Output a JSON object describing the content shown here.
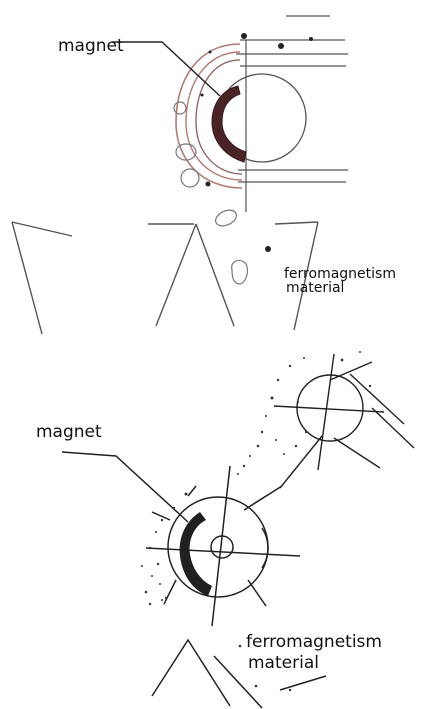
{
  "top_diagram": {
    "magnet_label": "magnet",
    "material_label_line1": "ferromagnetism",
    "material_label_line2": "material"
  },
  "bottom_diagram": {
    "magnet_label": "magnet",
    "material_label_line1": "ferromagnetism",
    "material_label_line2": "material"
  },
  "colors": {
    "ink": "#1a1a1a",
    "drum_outline": "#b07a78",
    "magnet_fill": "#4a2326",
    "dark_magnet_fill": "#202020"
  }
}
